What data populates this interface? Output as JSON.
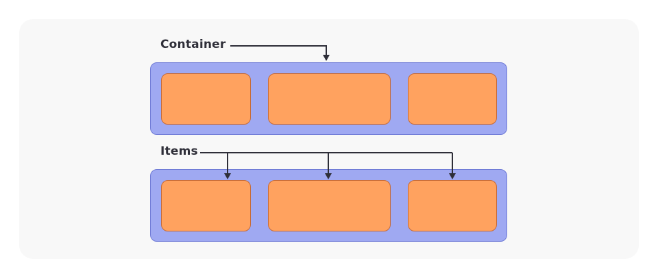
{
  "labels": {
    "container": "Container",
    "items": "Items"
  },
  "colors": {
    "background": "#ffffff",
    "card": "#f8f8f8",
    "container_fill": "#9fa9f2",
    "container_border": "#6f7bd6",
    "item_fill": "#ffa25f",
    "item_border": "#c66a36",
    "arrow": "#2e2e38"
  },
  "containers": [
    {
      "role": "container",
      "item_count": 3
    },
    {
      "role": "items",
      "item_count": 3
    }
  ]
}
